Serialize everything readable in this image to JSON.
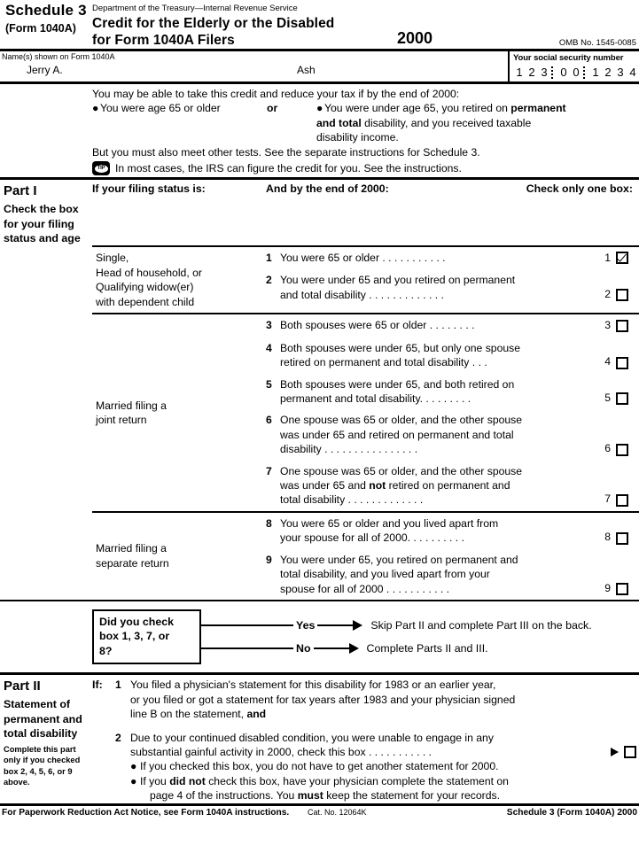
{
  "header": {
    "schedule_title": "Schedule 3",
    "schedule_subtitle": "(Form 1040A)",
    "department_line": "Department of the Treasury—Internal Revenue Service",
    "form_title_line1": "Credit for the Elderly or the Disabled",
    "form_title_line2": "for Form 1040A Filers",
    "year": "2000",
    "omb": "OMB No. 1545-0085"
  },
  "nameband": {
    "name_label": "Name(s) shown on Form 1040A",
    "name_first": "Jerry A.",
    "name_last": "Ash",
    "ssn_label": "Your social security number",
    "ssn_digits": [
      "1",
      "2",
      "3",
      "0",
      "0",
      "1",
      "2",
      "3",
      "4"
    ]
  },
  "intro": {
    "line1": "You may be able to take this credit and reduce your tax if by the end of 2000:",
    "bullet_left": "You were age 65 or older",
    "or_word": "or",
    "bullet_right_1": "You were under age 65, you retired on ",
    "bullet_right_1_bold": "permanent",
    "bullet_right_2_bold": "and total",
    "bullet_right_2": " disability, and you received taxable",
    "bullet_right_3": "disability income.",
    "line2": "But you must also meet other tests. See the separate instructions for Schedule 3.",
    "tip_label": "TIP",
    "tip_text": "In most cases, the IRS can figure the credit for you. See the instructions."
  },
  "part1": {
    "title": "Part I",
    "description": "Check the box for your filing status and age",
    "col_status": "If your filing status is:",
    "col_end": "And by the end of 2000:",
    "col_check": "Check only one box:",
    "groups": [
      {
        "label_lines": [
          "Single,",
          "Head of household, or",
          "Qualifying widow(er)",
          "with dependent child"
        ],
        "label_align": "top",
        "items": [
          {
            "num": "1",
            "lines": [
              "You were 65 or older . . . . . . . . . . ."
            ],
            "box_num": "1",
            "checked": true
          },
          {
            "num": "2",
            "lines": [
              "You were under 65 and you retired on permanent",
              "and total disability . . . . . . . . . . . . ."
            ],
            "box_num": "2",
            "checked": false
          }
        ]
      },
      {
        "label_lines": [
          "Married filing a",
          "joint return"
        ],
        "label_align": "middle",
        "items": [
          {
            "num": "3",
            "lines": [
              "Both spouses were 65 or older . . . . . . . ."
            ],
            "box_num": "3",
            "checked": false
          },
          {
            "num": "4",
            "lines": [
              "Both spouses were under 65, but only one spouse",
              "retired on permanent and total disability   . . ."
            ],
            "box_num": "4",
            "checked": false
          },
          {
            "num": "5",
            "lines": [
              "Both spouses were under 65, and both retired on",
              "permanent and total disability. . . . . . . . ."
            ],
            "box_num": "5",
            "checked": false
          },
          {
            "num": "6",
            "lines": [
              "One spouse was 65 or older, and the other spouse",
              "was under 65 and retired on permanent and total",
              "disability . . . . . . . . . . . . . . . ."
            ],
            "box_num": "6",
            "checked": false
          },
          {
            "num": "7",
            "lines": [
              "One spouse was 65 or older, and the other spouse",
              "was under 65 and not retired on permanent and",
              "total disability   . . . . . . . . . . . . ."
            ],
            "bold_word": "not",
            "box_num": "7",
            "checked": false
          }
        ]
      },
      {
        "label_lines": [
          "Married filing a",
          "separate return"
        ],
        "label_align": "middle",
        "items": [
          {
            "num": "8",
            "lines": [
              "You were 65 or older and you lived apart from",
              "your spouse for all of 2000. . . . . . . . . ."
            ],
            "box_num": "8",
            "checked": false
          },
          {
            "num": "9",
            "lines": [
              "You were under 65, you retired on permanent and",
              "total disability, and you lived apart from your",
              "spouse for all of 2000   . . . . . . . . . . ."
            ],
            "box_num": "9",
            "checked": false
          }
        ]
      }
    ]
  },
  "decision": {
    "question_lines": [
      "Did you check",
      "box 1, 3, 7, or",
      "8?"
    ],
    "yes_label": "Yes",
    "yes_result": "Skip Part II and complete Part III on the back.",
    "no_label": "No",
    "no_result": "Complete Parts II and III."
  },
  "part2": {
    "title": "Part II",
    "description": "Statement of permanent and total disability",
    "note": "Complete this part only if you checked box 2, 4, 5, 6, or 9 above.",
    "if_label": "If:",
    "item1_num": "1",
    "item1_line1": "You filed a physician's statement for this disability for 1983 or an earlier year,",
    "item1_line2": "or you filed or got a statement for tax years after 1983 and your physician signed",
    "item1_line3": "line B on the statement, ",
    "item1_line3_bold": "and",
    "item2_num": "2",
    "item2_line1": "Due to your continued disabled condition, you were unable to engage in any",
    "item2_line2": "substantial gainful activity in 2000, check this box   . . . . . . . . . . .",
    "item2_checked": false,
    "bullet1": "If you checked this box, you do not have to get another statement for 2000.",
    "bullet2_a": "If you ",
    "bullet2_bold1": "did not",
    "bullet2_b": " check this box, have your physician complete the statement on",
    "bullet2_c": "page 4 of the instructions. You ",
    "bullet2_bold2": "must",
    "bullet2_d": " keep the statement for your records."
  },
  "footer": {
    "left": "For Paperwork Reduction Act Notice, see Form 1040A instructions.",
    "cat": "Cat. No. 12064K",
    "right": "Schedule 3 (Form 1040A) 2000"
  }
}
